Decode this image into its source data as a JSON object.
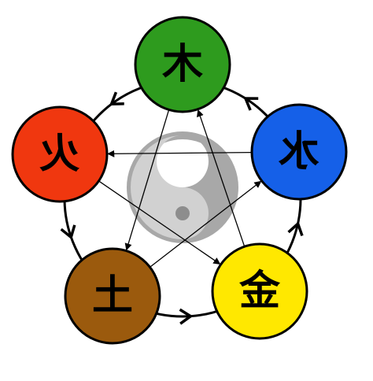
{
  "elements": [
    {
      "id": "wood",
      "char": "木",
      "color": "#2e9b1e"
    },
    {
      "id": "water",
      "char": "水",
      "color": "#1560e8",
      "mirrored": true
    },
    {
      "id": "metal",
      "char": "金",
      "color": "#ffe800"
    },
    {
      "id": "earth",
      "char": "土",
      "color": "#9b5a0d"
    },
    {
      "id": "fire",
      "char": "火",
      "color": "#f0370f",
      "mirrored": true
    }
  ],
  "center_symbol": {
    "icon": "yin-yang-icon",
    "color": "#999999"
  },
  "outer_cycle": {
    "order": [
      "wood",
      "fire",
      "earth",
      "metal",
      "water"
    ],
    "arrow_icon": "chevron-arrow-icon"
  },
  "inner_star": {
    "pairs": [
      [
        "wood",
        "earth"
      ],
      [
        "earth",
        "water"
      ],
      [
        "water",
        "fire"
      ],
      [
        "fire",
        "metal"
      ],
      [
        "metal",
        "wood"
      ]
    ]
  }
}
